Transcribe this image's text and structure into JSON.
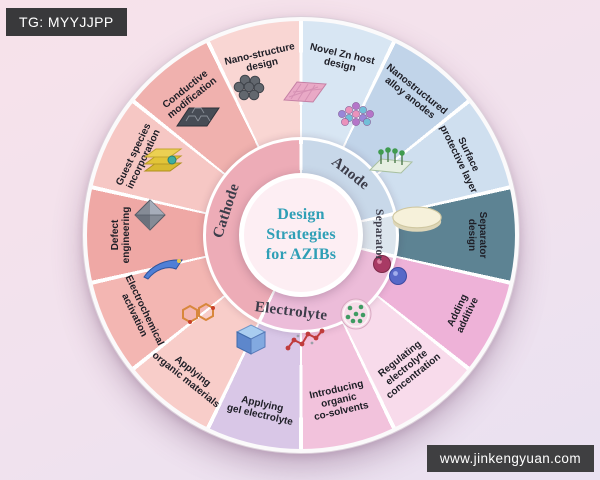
{
  "watermarks": {
    "top_left": "TG: MYYJJPP",
    "bottom_right": "www.jinkengyuan.com"
  },
  "wheel": {
    "center": {
      "lines": [
        "Design",
        "Strategies",
        "for AZIBs"
      ],
      "text_color": "#2f9fb6",
      "bg": "#fdeef3"
    },
    "sections": [
      {
        "label": "Anode",
        "start": 0,
        "end": 77.14,
        "color": "#c8d8e9",
        "label_angle": 38.5,
        "font_size": 15
      },
      {
        "label": "Separator",
        "start": 77.14,
        "end": 102.86,
        "color": "#dce5ed",
        "label_angle": 90,
        "font_size": 11.5
      },
      {
        "label": "Electrolyte",
        "start": 102.86,
        "end": 205.71,
        "color": "#ecbcd9",
        "label_angle": 187,
        "font_size": 15
      },
      {
        "label": "Cathode",
        "start": 205.71,
        "end": 360,
        "color": "#edacb7",
        "label_angle": 288,
        "font_size": 15
      }
    ],
    "wedges": [
      {
        "id": "novel-zn-host",
        "lines": [
          "Novel Zn host",
          "design"
        ],
        "start": 0,
        "end": 25.71,
        "color": "#d8e6f3",
        "icon": "zinc-sheet"
      },
      {
        "id": "alloy-anodes",
        "lines": [
          "Nanostructured",
          "alloy anodes"
        ],
        "start": 25.71,
        "end": 51.43,
        "color": "#c1d4e9",
        "icon": "alloy-cluster"
      },
      {
        "id": "surface-layer",
        "lines": [
          "Surface",
          "protective layer"
        ],
        "start": 51.43,
        "end": 77.14,
        "color": "#cfdfef",
        "icon": "pin-board"
      },
      {
        "id": "separator-design",
        "lines": [
          "Separator",
          "design"
        ],
        "start": 77.14,
        "end": 102.86,
        "color": "#5d8393",
        "icon": "separator-disc",
        "icon_radius": 136,
        "label_radius": 176
      },
      {
        "id": "adding-additive",
        "lines": [
          "Adding",
          "additive"
        ],
        "start": 102.86,
        "end": 128.57,
        "color": "#eeb2d8",
        "icon": "additive-spheres"
      },
      {
        "id": "electrolyte-concentration",
        "lines": [
          "Regulating",
          "electrolyte",
          "concentration"
        ],
        "start": 128.57,
        "end": 154.29,
        "color": "#f8dbeb",
        "icon": "electrolyte-dish",
        "label_radius": 170
      },
      {
        "id": "organic-cosolvents",
        "lines": [
          "Introducing",
          "organic",
          "co-solvents"
        ],
        "start": 154.29,
        "end": 180,
        "color": "#f2c2dc",
        "icon": "organic-molecule",
        "label_radius": 170
      },
      {
        "id": "gel-electrolyte",
        "lines": [
          "Applying",
          "gel electrolyte"
        ],
        "start": 180,
        "end": 205.71,
        "color": "#d9c7e7",
        "icon": "gel-cube"
      },
      {
        "id": "organic-materials",
        "lines": [
          "Applying",
          "organic materials"
        ],
        "start": 205.71,
        "end": 231.43,
        "color": "#f8cdc9",
        "icon": "hexagon-molecule"
      },
      {
        "id": "electrochemical-activation",
        "lines": [
          "Electrochemical",
          "activation"
        ],
        "start": 231.43,
        "end": 257.14,
        "color": "#f3b6b2",
        "icon": "activation-arrow"
      },
      {
        "id": "defect-engineering",
        "lines": [
          "Defect",
          "engineering"
        ],
        "start": 257.14,
        "end": 282.86,
        "color": "#efa8a5",
        "icon": "octahedron"
      },
      {
        "id": "guest-species",
        "lines": [
          "Guest species",
          "incorporation"
        ],
        "start": 282.86,
        "end": 308.57,
        "color": "#f6c7c4",
        "icon": "layered-sheets"
      },
      {
        "id": "conductive-modification",
        "lines": [
          "Conductive",
          "modification"
        ],
        "start": 308.57,
        "end": 334.29,
        "color": "#f0b1ae",
        "icon": "graphene-sheet"
      },
      {
        "id": "nano-structure",
        "lines": [
          "Nano-structure",
          "design"
        ],
        "start": 334.29,
        "end": 360,
        "color": "#f9d6d3",
        "icon": "sphere-cluster"
      }
    ]
  }
}
